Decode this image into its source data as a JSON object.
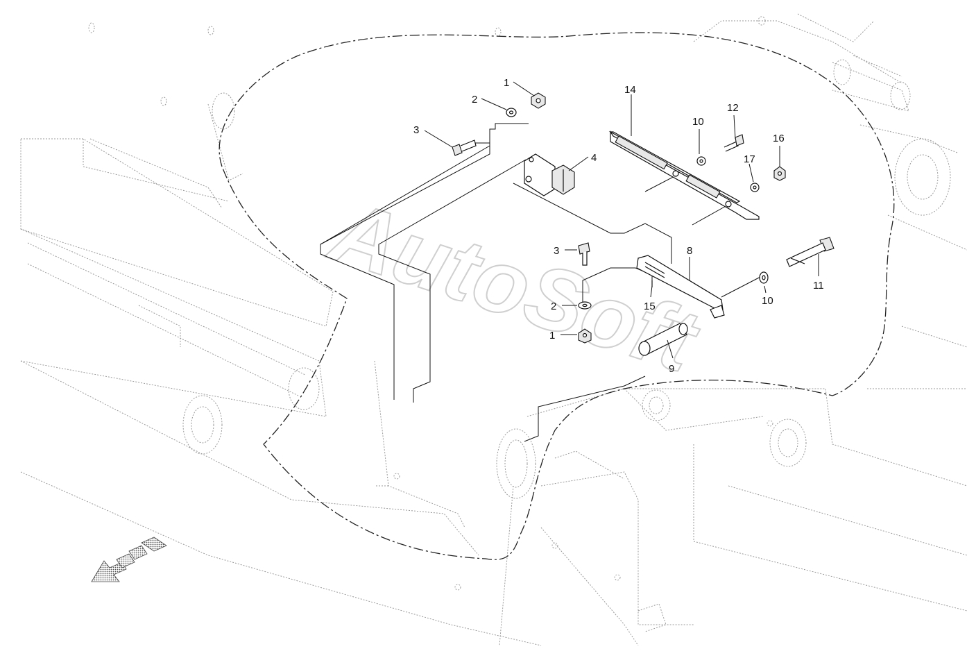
{
  "watermark": "AutoSoft",
  "callouts": {
    "c1a": "1",
    "c2a": "2",
    "c3a": "3",
    "c4": "4",
    "c14": "14",
    "c10a": "10",
    "c12": "12",
    "c16": "16",
    "c17": "17",
    "c3b": "3",
    "c8": "8",
    "c2b": "2",
    "c15": "15",
    "c1b": "1",
    "c11": "11",
    "c10b": "10",
    "c9": "9"
  },
  "direction_arrow": "front-direction-arrow-icon"
}
